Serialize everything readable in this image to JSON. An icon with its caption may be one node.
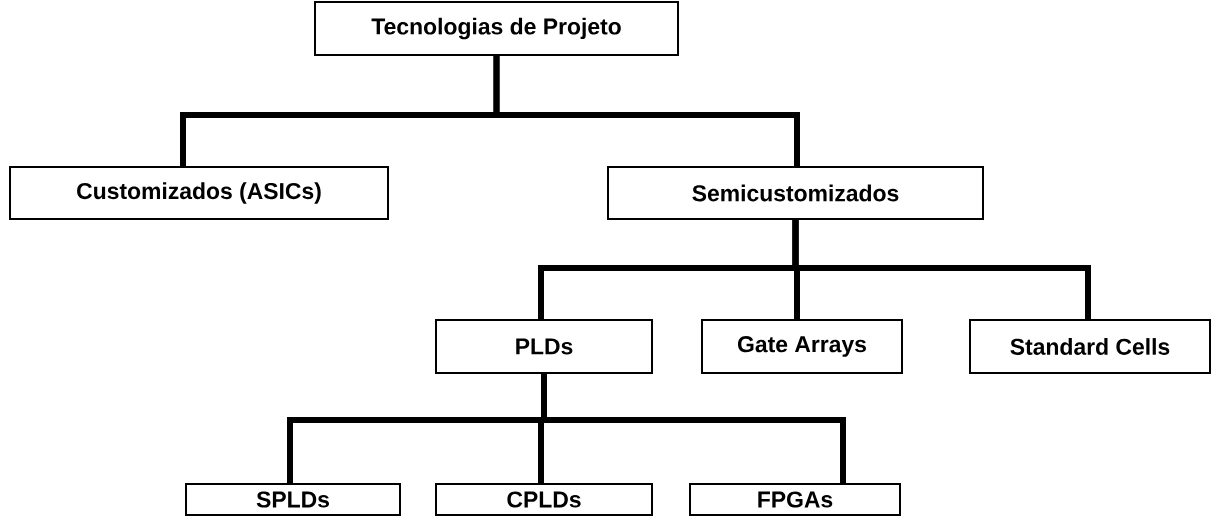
{
  "diagram": {
    "nodes": [
      {
        "text": [
          "Tecnologias de Projeto"
        ]
      },
      {
        "text": [
          "Customizados (ASICs)"
        ]
      },
      {
        "text": [
          "Semicustomizados"
        ]
      },
      {
        "text": [
          "PLDs"
        ]
      },
      {
        "text": [
          "Gate Arrays"
        ]
      },
      {
        "text": [
          "Standard Cells"
        ]
      },
      {
        "text": [
          "SPLDs"
        ]
      },
      {
        "text": [
          "CPLDs"
        ]
      },
      {
        "text": [
          "FPGAs"
        ]
      }
    ],
    "edges": [
      {
        "from": 0,
        "to": 1,
        "arrow": "none"
      },
      {
        "from": 0,
        "to": 2,
        "arrow": "none"
      },
      {
        "from": 2,
        "to": 3,
        "arrow": "none"
      },
      {
        "from": 2,
        "to": 4,
        "arrow": "none"
      },
      {
        "from": 2,
        "to": 5,
        "arrow": "none"
      },
      {
        "from": 3,
        "to": 6,
        "arrow": "none"
      },
      {
        "from": 3,
        "to": 7,
        "arrow": "none"
      },
      {
        "from": 3,
        "to": 8,
        "arrow": "none"
      }
    ]
  }
}
